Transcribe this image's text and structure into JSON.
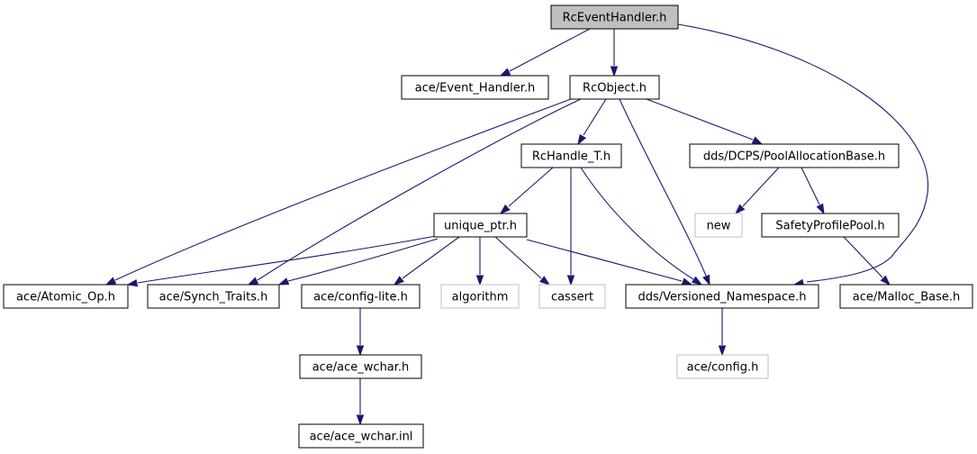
{
  "diagram": {
    "nodes": {
      "rceventhandler": {
        "label": "RcEventHandler.h",
        "style": "root"
      },
      "event_handler": {
        "label": "ace/Event_Handler.h",
        "style": "normal"
      },
      "rcobject": {
        "label": "RcObject.h",
        "style": "normal"
      },
      "rchandle": {
        "label": "RcHandle_T.h",
        "style": "normal"
      },
      "poolallocationbase": {
        "label": "dds/DCPS/PoolAllocationBase.h",
        "style": "normal"
      },
      "new": {
        "label": "new",
        "style": "external"
      },
      "safetyprofilepool": {
        "label": "SafetyProfilePool.h",
        "style": "normal"
      },
      "unique_ptr": {
        "label": "unique_ptr.h",
        "style": "normal"
      },
      "atomic_op": {
        "label": "ace/Atomic_Op.h",
        "style": "normal"
      },
      "synch_traits": {
        "label": "ace/Synch_Traits.h",
        "style": "normal"
      },
      "config_lite": {
        "label": "ace/config-lite.h",
        "style": "normal"
      },
      "algorithm": {
        "label": "algorithm",
        "style": "external"
      },
      "cassert": {
        "label": "cassert",
        "style": "external"
      },
      "versioned_namespace": {
        "label": "dds/Versioned_Namespace.h",
        "style": "normal"
      },
      "malloc_base": {
        "label": "ace/Malloc_Base.h",
        "style": "normal"
      },
      "ace_wchar_h": {
        "label": "ace/ace_wchar.h",
        "style": "normal"
      },
      "config_h": {
        "label": "ace/config.h",
        "style": "external"
      },
      "ace_wchar_inl": {
        "label": "ace/ace_wchar.inl",
        "style": "normal"
      }
    },
    "edges": [
      {
        "from": "rceventhandler",
        "to": "event_handler"
      },
      {
        "from": "rceventhandler",
        "to": "rcobject"
      },
      {
        "from": "rceventhandler",
        "to": "versioned_namespace"
      },
      {
        "from": "rcobject",
        "to": "rchandle"
      },
      {
        "from": "rcobject",
        "to": "poolallocationbase"
      },
      {
        "from": "rcobject",
        "to": "atomic_op"
      },
      {
        "from": "rcobject",
        "to": "synch_traits"
      },
      {
        "from": "rcobject",
        "to": "versioned_namespace"
      },
      {
        "from": "rchandle",
        "to": "unique_ptr"
      },
      {
        "from": "rchandle",
        "to": "cassert"
      },
      {
        "from": "rchandle",
        "to": "versioned_namespace"
      },
      {
        "from": "poolallocationbase",
        "to": "new"
      },
      {
        "from": "poolallocationbase",
        "to": "safetyprofilepool"
      },
      {
        "from": "safetyprofilepool",
        "to": "malloc_base"
      },
      {
        "from": "unique_ptr",
        "to": "atomic_op"
      },
      {
        "from": "unique_ptr",
        "to": "synch_traits"
      },
      {
        "from": "unique_ptr",
        "to": "config_lite"
      },
      {
        "from": "unique_ptr",
        "to": "algorithm"
      },
      {
        "from": "unique_ptr",
        "to": "cassert"
      },
      {
        "from": "unique_ptr",
        "to": "versioned_namespace"
      },
      {
        "from": "config_lite",
        "to": "ace_wchar_h"
      },
      {
        "from": "ace_wchar_h",
        "to": "ace_wchar_inl"
      },
      {
        "from": "versioned_namespace",
        "to": "config_h"
      }
    ]
  }
}
